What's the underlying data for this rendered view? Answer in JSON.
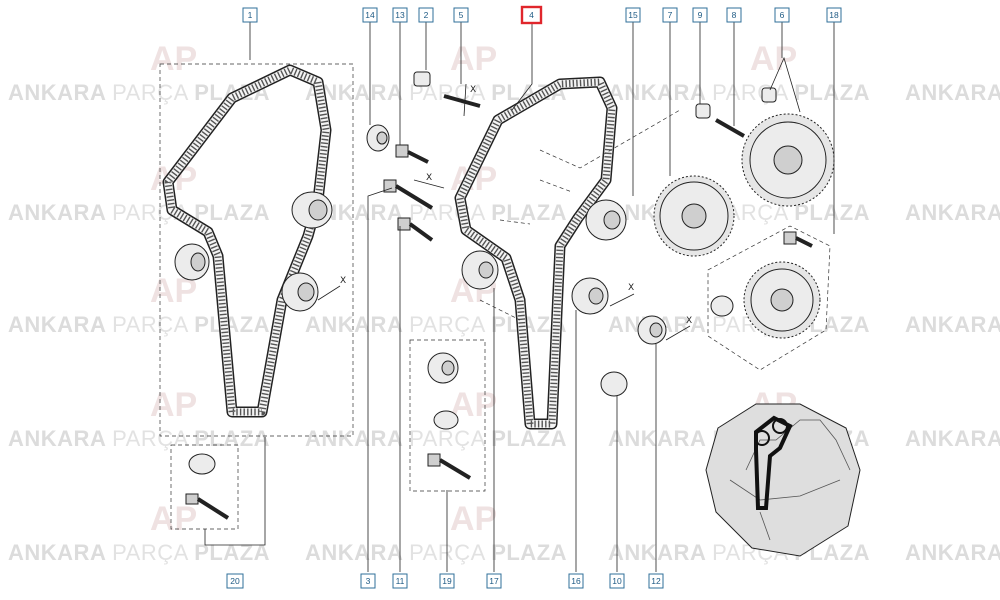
{
  "watermark": {
    "brand_bold": "ANKARA",
    "brand_light": "PARÇA",
    "brand_end": "PLAZA",
    "logo_text": "AP"
  },
  "selected_part": "4",
  "dimension_symbol": "X",
  "callouts": [
    {
      "id": "c1",
      "label": "1"
    },
    {
      "id": "c14",
      "label": "14"
    },
    {
      "id": "c13",
      "label": "13"
    },
    {
      "id": "c2",
      "label": "2"
    },
    {
      "id": "c5",
      "label": "5"
    },
    {
      "id": "c4",
      "label": "4"
    },
    {
      "id": "c15",
      "label": "15"
    },
    {
      "id": "c7",
      "label": "7"
    },
    {
      "id": "c9",
      "label": "9"
    },
    {
      "id": "c8",
      "label": "8"
    },
    {
      "id": "c6",
      "label": "6"
    },
    {
      "id": "c18",
      "label": "18"
    },
    {
      "id": "c20",
      "label": "20"
    },
    {
      "id": "c3",
      "label": "3"
    },
    {
      "id": "c11",
      "label": "11"
    },
    {
      "id": "c19",
      "label": "19"
    },
    {
      "id": "c17",
      "label": "17"
    },
    {
      "id": "c16",
      "label": "16"
    },
    {
      "id": "c10",
      "label": "10"
    },
    {
      "id": "c12",
      "label": "12"
    }
  ],
  "colors": {
    "callout_border": "#2f6f9a",
    "callout_text": "#1e5a84",
    "selected_border": "#e0262c",
    "watermark": "#dcdcdc"
  }
}
